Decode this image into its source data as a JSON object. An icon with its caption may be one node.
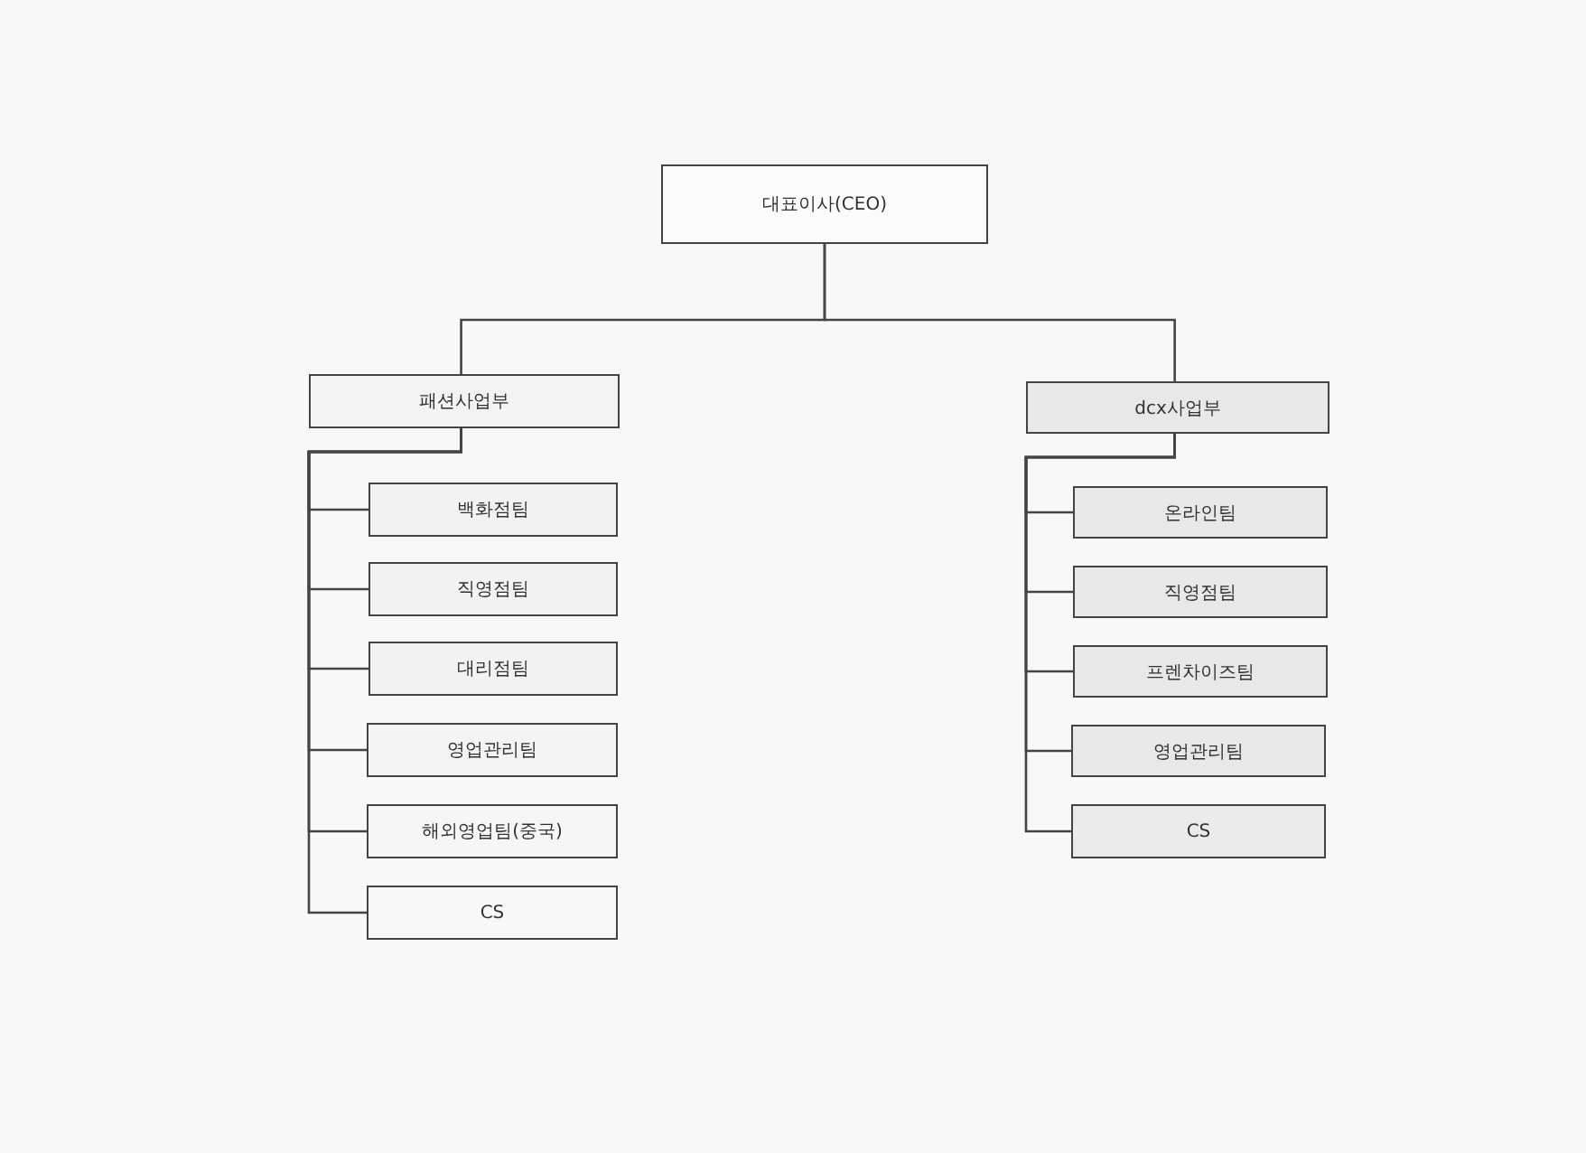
{
  "diagram": {
    "nodes": [
      {
        "text": [
          "대표이사(CEO)"
        ]
      },
      {
        "text": [
          "패션사업부"
        ]
      },
      {
        "text": [
          "dcx사업부"
        ]
      },
      {
        "text": [
          "백화점팀"
        ]
      },
      {
        "text": [
          "직영점팀"
        ]
      },
      {
        "text": [
          "대리점팀"
        ]
      },
      {
        "text": [
          "영업관리팀"
        ]
      },
      {
        "text": [
          "해외영업팀(중국)"
        ]
      },
      {
        "text": [
          "CS"
        ]
      },
      {
        "text": [
          "온라인팀"
        ]
      },
      {
        "text": [
          "직영점팀"
        ]
      },
      {
        "text": [
          "프렌차이즈팀"
        ]
      },
      {
        "text": [
          "영업관리팀"
        ]
      },
      {
        "text": [
          "CS"
        ]
      }
    ],
    "edges": [
      {
        "from": 0,
        "to": 1,
        "arrow": "none"
      },
      {
        "from": 0,
        "to": 2,
        "arrow": "none"
      },
      {
        "from": 1,
        "to": 3,
        "arrow": "none"
      },
      {
        "from": 1,
        "to": 4,
        "arrow": "none"
      },
      {
        "from": 1,
        "to": 5,
        "arrow": "none"
      },
      {
        "from": 1,
        "to": 6,
        "arrow": "none"
      },
      {
        "from": 1,
        "to": 7,
        "arrow": "none"
      },
      {
        "from": 1,
        "to": 8,
        "arrow": "none"
      },
      {
        "from": 2,
        "to": 9,
        "arrow": "none"
      },
      {
        "from": 2,
        "to": 10,
        "arrow": "none"
      },
      {
        "from": 2,
        "to": 11,
        "arrow": "none"
      },
      {
        "from": 2,
        "to": 12,
        "arrow": "none"
      },
      {
        "from": 2,
        "to": 13,
        "arrow": "none"
      }
    ]
  }
}
